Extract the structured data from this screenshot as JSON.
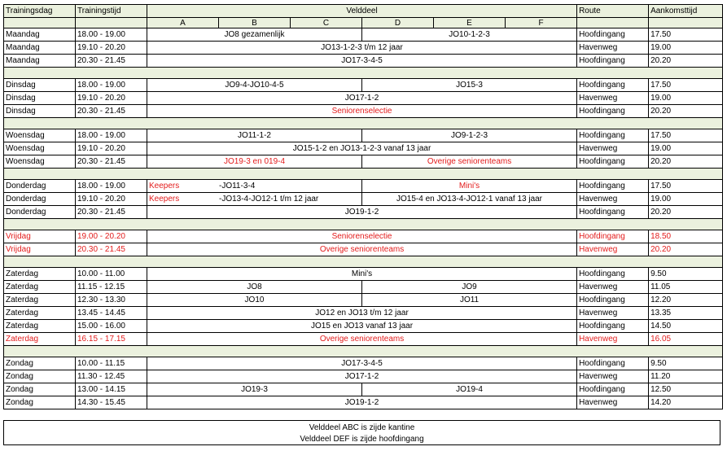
{
  "header": {
    "day": "Trainingsdag",
    "time": "Trainingstijd",
    "field": "Velddeel",
    "route": "Route",
    "arrival": "Aankomsttijd",
    "subcols": [
      "A",
      "B",
      "C",
      "D",
      "E",
      "F"
    ]
  },
  "colors": {
    "separator": "#ebf1de",
    "highlight_red": "#e31c1c"
  },
  "rows": {
    "ma1": {
      "day": "Maandag",
      "time": "18.00 - 19.00",
      "abc": "JO8 gezamenlijk",
      "def": "JO10-1-2-3",
      "route": "Hoofdingang",
      "arrival": "17.50"
    },
    "ma2": {
      "day": "Maandag",
      "time": "19.10 - 20.20",
      "all": "JO13-1-2-3 t/m 12 jaar",
      "route": "Havenweg",
      "arrival": "19.00"
    },
    "ma3": {
      "day": "Maandag",
      "time": "20.30 - 21.45",
      "all": "JO17-3-4-5",
      "route": "Hoofdingang",
      "arrival": "20.20"
    },
    "di1": {
      "day": "Dinsdag",
      "time": "18.00 - 19.00",
      "abc": "JO9-4-JO10-4-5",
      "def": "JO15-3",
      "route": "Hoofdingang",
      "arrival": "17.50"
    },
    "di2": {
      "day": "Dinsdag",
      "time": "19.10 - 20.20",
      "all": "JO17-1-2",
      "route": "Havenweg",
      "arrival": "19.00"
    },
    "di3": {
      "day": "Dinsdag",
      "time": "20.30 - 21.45",
      "all": "Seniorenselectie",
      "route": "Hoofdingang",
      "arrival": "20.20"
    },
    "wo1": {
      "day": "Woensdag",
      "time": "18.00 - 19.00",
      "abc": "JO11-1-2",
      "def": "JO9-1-2-3",
      "route": "Hoofdingang",
      "arrival": "17.50"
    },
    "wo2": {
      "day": "Woensdag",
      "time": "19.10 - 20.20",
      "all": "JO15-1-2 en JO13-1-2-3 vanaf 13 jaar",
      "route": "Havenweg",
      "arrival": "19.00"
    },
    "wo3": {
      "day": "Woensdag",
      "time": "20.30 - 21.45",
      "abc": "JO19-3 en 019-4",
      "def": "Overige seniorenteams",
      "route": "Hoofdingang",
      "arrival": "20.20"
    },
    "do1": {
      "day": "Donderdag",
      "time": "18.00 - 19.00",
      "label": "Keepers",
      "abc": "-JO11-3-4",
      "def": "Mini's",
      "route": "Hoofdingang",
      "arrival": "17.50"
    },
    "do2": {
      "day": "Donderdag",
      "time": "19.10 - 20.20",
      "label": "Keepers",
      "abc": "-JO13-4-JO12-1  t/m 12 jaar",
      "def": "JO15-4 en JO13-4-JO12-1 vanaf 13 jaar",
      "route": "Havenweg",
      "arrival": "19.00"
    },
    "do3": {
      "day": "Donderdag",
      "time": "20.30 - 21.45",
      "all": "JO19-1-2",
      "route": "Hoofdingang",
      "arrival": "20.20"
    },
    "vr1": {
      "day": "Vrijdag",
      "time": "19.00 - 20.20",
      "all": "Seniorenselectie",
      "route": "Hoofdingang",
      "arrival": "18.50"
    },
    "vr2": {
      "day": "Vrijdag",
      "time": "20.30 - 21.45",
      "all": "Overige seniorenteams",
      "route": "Havenweg",
      "arrival": "20.20"
    },
    "za1": {
      "day": "Zaterdag",
      "time": "10.00 - 11.00",
      "all": "Mini's",
      "route": "Hoofdingang",
      "arrival": "9.50"
    },
    "za2": {
      "day": "Zaterdag",
      "time": "11.15 - 12.15",
      "abc": "JO8",
      "def": "JO9",
      "route": "Havenweg",
      "arrival": "11.05"
    },
    "za3": {
      "day": "Zaterdag",
      "time": "12.30 - 13.30",
      "abc": "JO10",
      "def": "JO11",
      "route": "Hoofdingang",
      "arrival": "12.20"
    },
    "za4": {
      "day": "Zaterdag",
      "time": "13.45 - 14.45",
      "all": "JO12 en JO13 t/m 12 jaar",
      "route": "Havenweg",
      "arrival": "13.35"
    },
    "za5": {
      "day": "Zaterdag",
      "time": "15.00 - 16.00",
      "all": "JO15  en JO13 vanaf 13 jaar",
      "route": "Hoofdingang",
      "arrival": "14.50"
    },
    "za6": {
      "day": "Zaterdag",
      "time": "16.15 - 17.15",
      "all": "Overige seniorenteams",
      "route": "Havenweg",
      "arrival": "16.05"
    },
    "zo1": {
      "day": "Zondag",
      "time": "10.00 - 11.15",
      "all": "JO17-3-4-5",
      "route": "Hoofdingang",
      "arrival": "9.50"
    },
    "zo2": {
      "day": "Zondag",
      "time": "11.30 - 12.45",
      "all": "JO17-1-2",
      "route": "Havenweg",
      "arrival": "11.20"
    },
    "zo3": {
      "day": "Zondag",
      "time": "13.00 - 14.15",
      "abc": "JO19-3",
      "def": "JO19-4",
      "route": "Hoofdingang",
      "arrival": "12.50"
    },
    "zo4": {
      "day": "Zondag",
      "time": "14.30 - 15.45",
      "all": "JO19-1-2",
      "route": "Havenweg",
      "arrival": "14.20"
    }
  },
  "note": {
    "line1": "Velddeel ABC is zijde kantine",
    "line2": "Velddeel DEF is zijde hoofdingang"
  }
}
